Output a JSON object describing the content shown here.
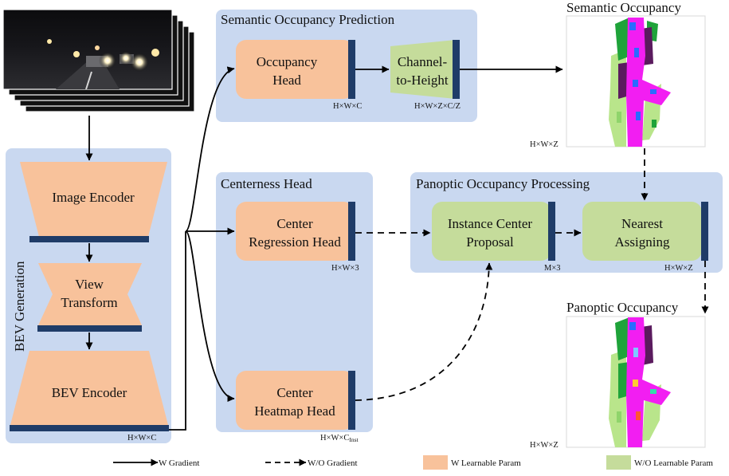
{
  "colors": {
    "panel": "#c9d8f0",
    "learnable": "#f8c29b",
    "non_learnable": "#c5dc9b",
    "feature_bar": "#1f3c68",
    "road": "#f21ef2",
    "vegetation": "#8fd46b",
    "terrain": "#b9e58b",
    "vehicle": "#2a6bff",
    "manmade": "#5a1b5e",
    "tree": "#1fa33a"
  },
  "bev_generation": {
    "label": "BEV Generation",
    "image_encoder": "Image Encoder",
    "view_transform": [
      "View",
      "Transform"
    ],
    "bev_encoder": "BEV Encoder",
    "output_dim": "H×W×C"
  },
  "semantic_prediction": {
    "title": "Semantic Occupancy Prediction",
    "occupancy_head": [
      "Occupancy",
      "Head"
    ],
    "occupancy_head_dim": "H×W×C",
    "channel_to_height": [
      "Channel-",
      "to-Height"
    ],
    "channel_to_height_dim": "H×W×Z×C/Z"
  },
  "centerness_head": {
    "title": "Centerness Head",
    "center_regression": [
      "Center",
      "Regression Head"
    ],
    "center_regression_dim": "H×W×3",
    "center_heatmap": [
      "Center",
      "Heatmap Head"
    ],
    "center_heatmap_dim_base": "H×W×C",
    "center_heatmap_dim_sub": "Inst"
  },
  "panoptic_processing": {
    "title": "Panoptic Occupancy Processing",
    "instance_center": [
      "Instance Center",
      "Proposal"
    ],
    "instance_center_dim": "M×3",
    "nearest_assigning": [
      "Nearest",
      "Assigning"
    ],
    "nearest_assigning_dim": "H×W×Z"
  },
  "outputs": {
    "semantic_title": "Semantic Occupancy",
    "semantic_dim": "H×W×Z",
    "panoptic_title": "Panoptic Occupancy",
    "panoptic_dim": "H×W×Z"
  },
  "legend": {
    "w_gradient": "W Gradient",
    "wo_gradient": "W/O Gradient",
    "w_learnable": "W Learnable Param",
    "wo_learnable": "W/O Learnable Param"
  }
}
